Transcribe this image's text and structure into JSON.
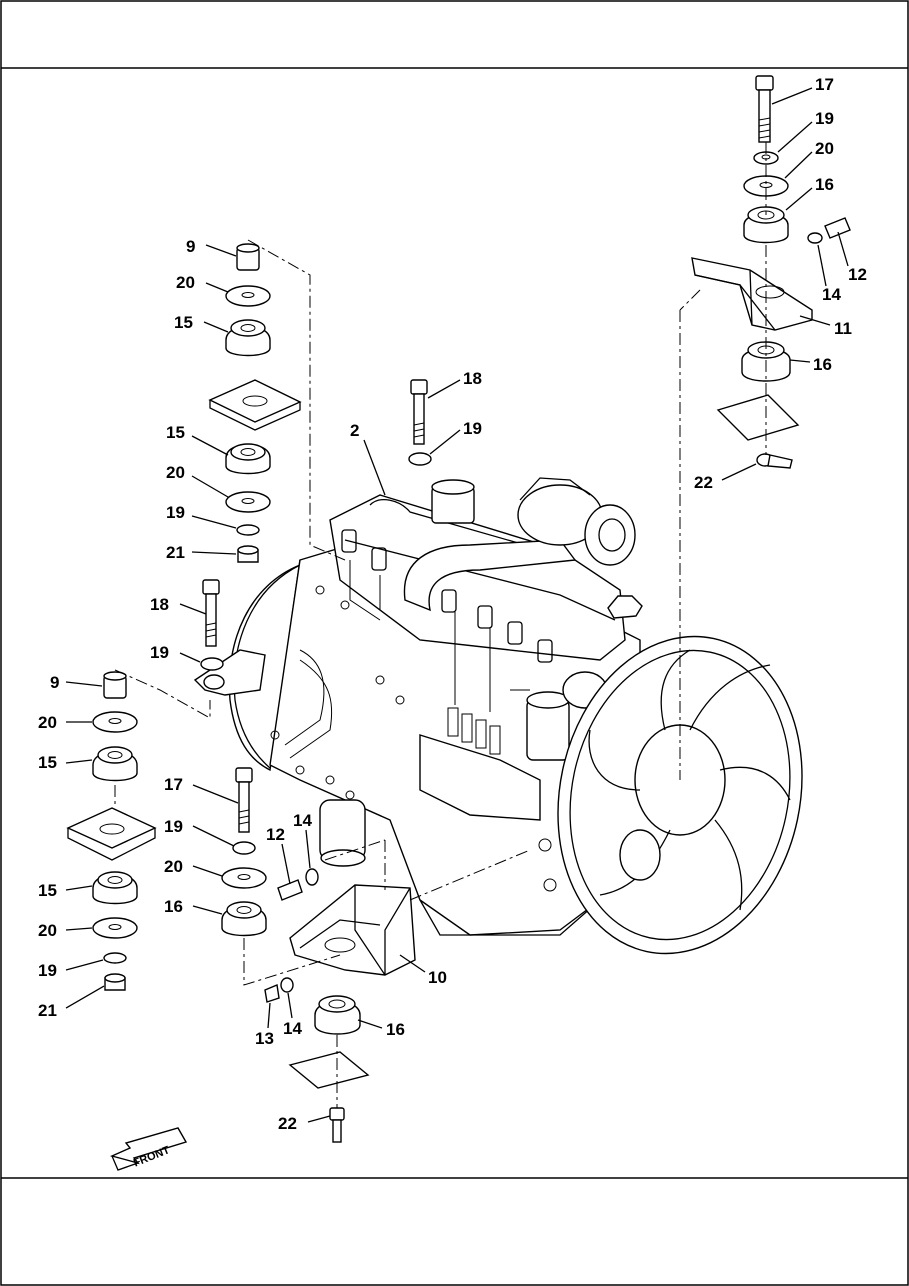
{
  "diagram": {
    "front_label": "FRONT",
    "callouts": [
      {
        "id": "c17a",
        "text": "17"
      },
      {
        "id": "c19a",
        "text": "19"
      },
      {
        "id": "c20a",
        "text": "20"
      },
      {
        "id": "c16a",
        "text": "16"
      },
      {
        "id": "c12a",
        "text": "12"
      },
      {
        "id": "c14a",
        "text": "14"
      },
      {
        "id": "c11",
        "text": "11"
      },
      {
        "id": "c16b",
        "text": "16"
      },
      {
        "id": "c22a",
        "text": "22"
      },
      {
        "id": "c9a",
        "text": "9"
      },
      {
        "id": "c20b",
        "text": "20"
      },
      {
        "id": "c15a",
        "text": "15"
      },
      {
        "id": "c18a",
        "text": "18"
      },
      {
        "id": "c19b",
        "text": "19"
      },
      {
        "id": "c2",
        "text": "2"
      },
      {
        "id": "c15b",
        "text": "15"
      },
      {
        "id": "c20c",
        "text": "20"
      },
      {
        "id": "c19c",
        "text": "19"
      },
      {
        "id": "c21a",
        "text": "21"
      },
      {
        "id": "c18b",
        "text": "18"
      },
      {
        "id": "c19d",
        "text": "19"
      },
      {
        "id": "c9b",
        "text": "9"
      },
      {
        "id": "c20d",
        "text": "20"
      },
      {
        "id": "c15c",
        "text": "15"
      },
      {
        "id": "c17b",
        "text": "17"
      },
      {
        "id": "c19e",
        "text": "19"
      },
      {
        "id": "c12b",
        "text": "12"
      },
      {
        "id": "c14b",
        "text": "14"
      },
      {
        "id": "c20e",
        "text": "20"
      },
      {
        "id": "c16c",
        "text": "16"
      },
      {
        "id": "c15d",
        "text": "15"
      },
      {
        "id": "c20f",
        "text": "20"
      },
      {
        "id": "c19f",
        "text": "19"
      },
      {
        "id": "c21b",
        "text": "21"
      },
      {
        "id": "c10",
        "text": "10"
      },
      {
        "id": "c13",
        "text": "13"
      },
      {
        "id": "c14c",
        "text": "14"
      },
      {
        "id": "c16d",
        "text": "16"
      },
      {
        "id": "c22b",
        "text": "22"
      }
    ]
  }
}
